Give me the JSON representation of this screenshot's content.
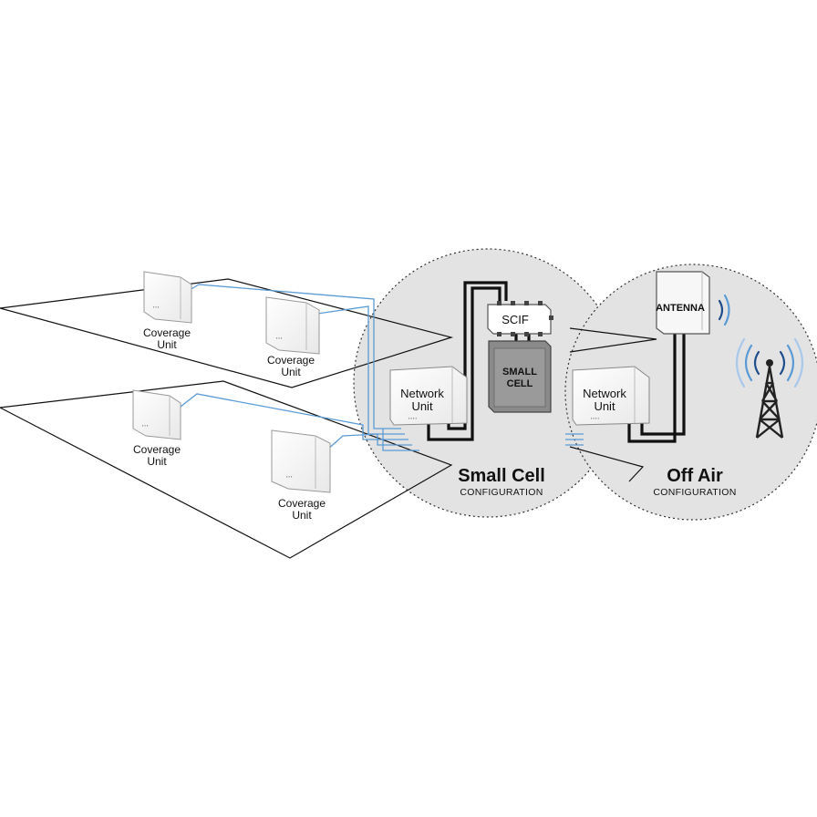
{
  "coverage_units": [
    {
      "line1": "Coverage",
      "line2": "Unit"
    },
    {
      "line1": "Coverage",
      "line2": "Unit"
    },
    {
      "line1": "Coverage",
      "line2": "Unit"
    },
    {
      "line1": "Coverage",
      "line2": "Unit"
    }
  ],
  "network_units": [
    {
      "line1": "Network",
      "line2": "Unit"
    },
    {
      "line1": "Network",
      "line2": "Unit"
    }
  ],
  "small_cell_config": {
    "title": "Small Cell",
    "subtitle": "CONFIGURATION",
    "scif_label": "SCIF",
    "small_cell_line1": "SMALL",
    "small_cell_line2": "CELL"
  },
  "off_air_config": {
    "title": "Off Air",
    "subtitle": "CONFIGURATION",
    "antenna_label": "ANTENNA"
  },
  "colors": {
    "cable_blue": "#5b9bd5",
    "cable_black": "#111111",
    "circle_fill": "#e3e3e3",
    "small_cell_fill": "#8a8a8a"
  }
}
